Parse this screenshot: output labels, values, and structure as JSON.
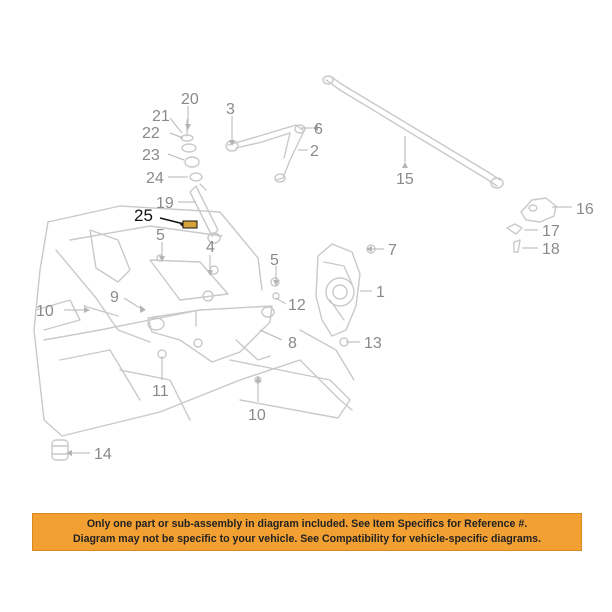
{
  "diagram": {
    "callouts": [
      {
        "id": "c20",
        "text": "20"
      },
      {
        "id": "c21",
        "text": "21"
      },
      {
        "id": "c22",
        "text": "22"
      },
      {
        "id": "c23",
        "text": "23"
      },
      {
        "id": "c24",
        "text": "24"
      },
      {
        "id": "c19",
        "text": "19"
      },
      {
        "id": "c25",
        "text": "25"
      },
      {
        "id": "c3",
        "text": "3"
      },
      {
        "id": "c6",
        "text": "6"
      },
      {
        "id": "c2",
        "text": "2"
      },
      {
        "id": "c15",
        "text": "15"
      },
      {
        "id": "c16",
        "text": "16"
      },
      {
        "id": "c17",
        "text": "17"
      },
      {
        "id": "c18",
        "text": "18"
      },
      {
        "id": "c7",
        "text": "7"
      },
      {
        "id": "c1",
        "text": "1"
      },
      {
        "id": "c5a",
        "text": "5"
      },
      {
        "id": "c5b",
        "text": "5"
      },
      {
        "id": "c4",
        "text": "4"
      },
      {
        "id": "c12",
        "text": "12"
      },
      {
        "id": "c8",
        "text": "8"
      },
      {
        "id": "c13",
        "text": "13"
      },
      {
        "id": "c10a",
        "text": "10"
      },
      {
        "id": "c9",
        "text": "9"
      },
      {
        "id": "c11",
        "text": "11"
      },
      {
        "id": "c10b",
        "text": "10"
      },
      {
        "id": "c14",
        "text": "14"
      }
    ],
    "colors": {
      "line": "#c9c9c9",
      "label": "#8a8a8a",
      "highlight": "#111111",
      "part_accent": "#d6a23a"
    }
  },
  "banner": {
    "line1": "Only one part or sub-assembly in diagram included. See Item Specifics for Reference #.",
    "line2": "Diagram may not be specific to your vehicle. See Compatibility for vehicle-specific diagrams.",
    "color": "#f3a033"
  }
}
